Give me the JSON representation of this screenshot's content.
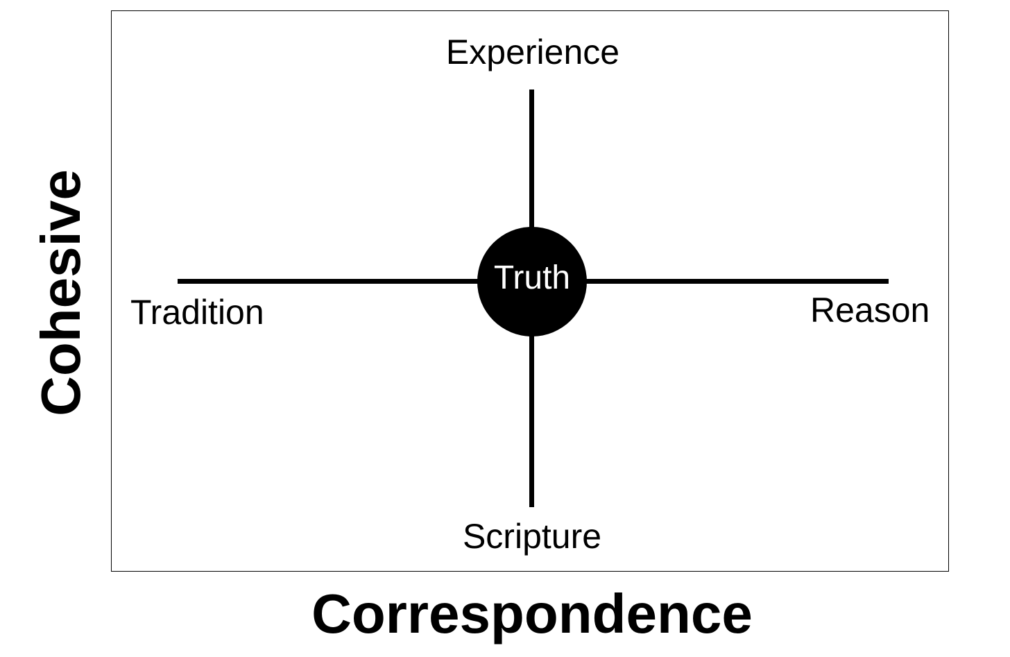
{
  "diagram": {
    "center_label": "Truth",
    "nodes": {
      "top": "Experience",
      "bottom": "Scripture",
      "left": "Tradition",
      "right": "Reason"
    },
    "axis_titles": {
      "horizontal": "Correspondence",
      "vertical": "Cohesive"
    },
    "colors": {
      "lines": "#000000",
      "circle_fill": "#000000",
      "circle_text": "#ffffff",
      "background": "#ffffff"
    }
  }
}
